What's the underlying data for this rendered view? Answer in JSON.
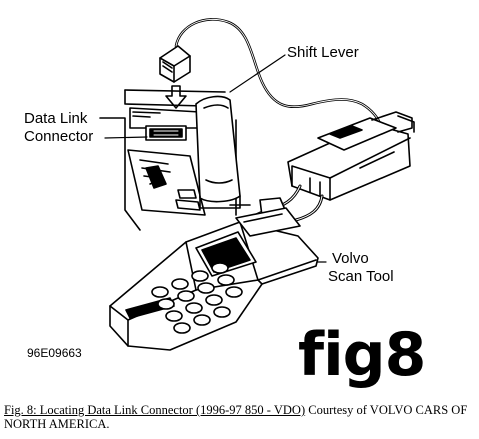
{
  "callouts": {
    "shift_lever": "Shift Lever",
    "data_link_connector": [
      "Data Link",
      "Connector"
    ],
    "scan_tool": [
      "Volvo",
      "Scan Tool"
    ]
  },
  "figure_code": "96E09663",
  "watermark": "fig8",
  "caption": {
    "link_text": "Fig. 8: Locating Data Link Connector (1996-97 850 - VDO)",
    "rest_text": " Courtesy of VOLVO CARS OF NORTH AMERICA."
  }
}
